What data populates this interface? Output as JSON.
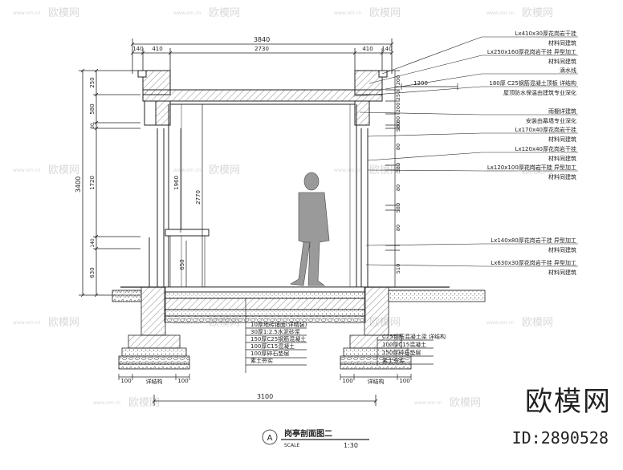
{
  "watermark": {
    "text": "欧模网",
    "url": "www.om.cn"
  },
  "top_dims": {
    "overall": "3840",
    "seg_left1": "140",
    "seg_left2": "410",
    "seg_mid": "2730",
    "seg_right1": "410",
    "seg_right2": "140"
  },
  "left_dims": [
    "250",
    "580",
    "80",
    "1720",
    "140",
    "630"
  ],
  "left_total": "3400",
  "inner_dims": {
    "door": "1960",
    "room": "2770",
    "sill": "650"
  },
  "right_vert_dims": [
    "200",
    "250",
    "200",
    "80",
    "580",
    "80",
    "580",
    "80",
    "580",
    "80",
    "510"
  ],
  "right_dim_1200": "1200",
  "annotations_right": [
    "Lx410x30厚花岗岩干挂",
    "材料同建筑",
    "Lx250x160厚花岗岩干挂 异型加工",
    "材料同建筑",
    "滴水线",
    "180厚 C25钢筋混凝土顶板 详结构",
    "屋顶防水保温由建筑专业深化",
    "雨棚详建筑",
    "安装由幕墙专业深化",
    "Lx170x40厚花岗岩干挂",
    "材料同建筑",
    "Lx120x40厚花岗岩干挂",
    "材料同建筑",
    "Lx120x100厚花岗岩干挂 异型加工",
    "材料同建筑",
    "Lx140x80厚花岗岩干挂 异型加工",
    "材料同建筑",
    "Lx630x30厚花岗岩干挂 异型加工",
    "材料同建筑"
  ],
  "floor_layers": [
    "10厚地砖铺面(详精装)",
    "30厚1:2.5水泥砂浆",
    "150厚C25钢筋混凝土",
    "100厚C15混凝土",
    "100厚碎石垫层",
    "素土夯实"
  ],
  "footing_layers": [
    "C25钢筋混凝土梁 详结构",
    "100厚C15混凝土",
    "150厚碎石垫层",
    "素土夯实"
  ],
  "foundation_labels": {
    "left": "详结构",
    "right": "详结构",
    "sub_dims": [
      "100",
      "100",
      "100",
      "100"
    ]
  },
  "bottom_dim": "3100",
  "title": {
    "badge": "A",
    "name": "岗亭剖面图二",
    "scale_label": "SCALE",
    "scale_value": "1:30"
  },
  "brand": {
    "name": "欧模网",
    "id": "ID:2890528"
  }
}
